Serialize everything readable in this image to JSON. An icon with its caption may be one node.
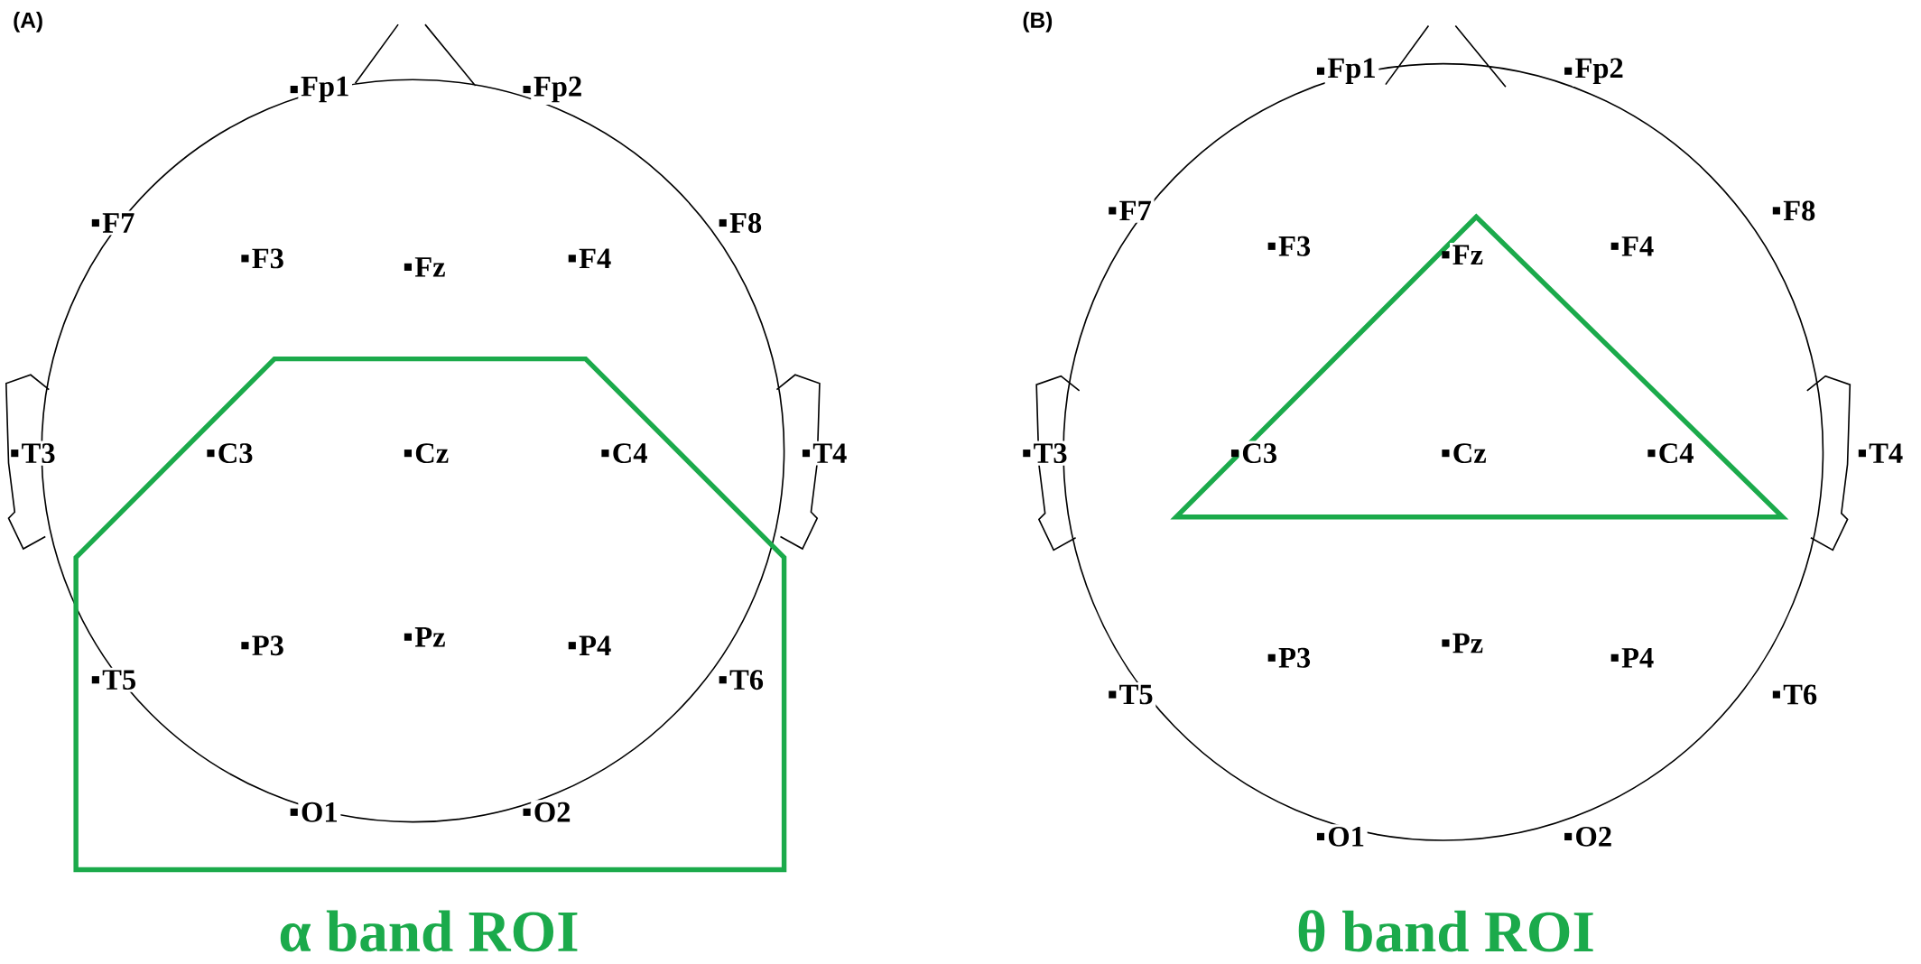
{
  "diagram": {
    "labels": [
      "(A)",
      "Fp1",
      "Fp2",
      "F7",
      "F8",
      "F3",
      "Fz",
      "F4",
      "T3",
      "C3",
      "Cz",
      "C4",
      "T4",
      "T5",
      "P3",
      "Pz",
      "P4",
      "T6",
      "O1",
      "O2",
      "α band ROI",
      "(B)",
      "Fp1",
      "Fp2",
      "F7",
      "F8",
      "F3",
      "Fz",
      "F4",
      "T3",
      "C3",
      "Cz",
      "C4",
      "T4",
      "T5",
      "P3",
      "Pz",
      "P4",
      "T6",
      "O1",
      "O2",
      "θ band ROI"
    ]
  }
}
